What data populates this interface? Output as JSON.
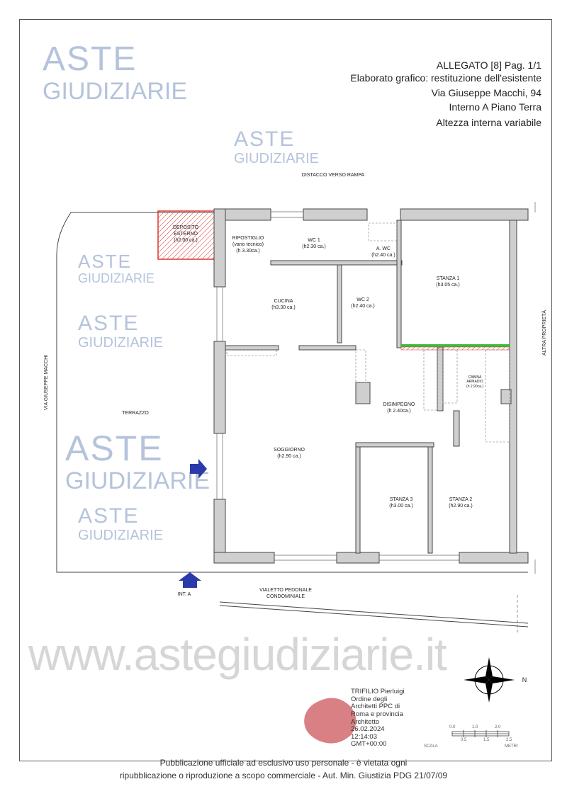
{
  "header": {
    "line1": "ALLEGATO [8] Pag. 1/1",
    "line2": "Elaborato grafico: restituzione dell'esistente",
    "line3": "Via Giuseppe Macchi, 94",
    "line4": "Interno A Piano Terra",
    "line5": "Altezza interna variabile"
  },
  "watermark": {
    "line1": "ASTE",
    "line2": "GIUDIZIARIE",
    "site": "www.astegiudiziarie.it"
  },
  "plan": {
    "top_label": "DISTACCO  VERSO RAMPA",
    "left_street": "VIA GIUSEPPE MACCHI",
    "right_label": "ALTRA PROPRIETÀ",
    "bottom_label_1": "VIALETTO PEDONALE",
    "bottom_label_2": "CONDOMINIALE",
    "entrance": "INT. A",
    "rooms": [
      {
        "name": "DEPOSITO",
        "sub": "ESTERNO",
        "height": "(h2.00 ca.)"
      },
      {
        "name": "RIPOSTIGLIO",
        "sub": "(vano tecnico)",
        "height": "(h 3.30ca.)"
      },
      {
        "name": "WC 1",
        "height": "(h2.30 ca.)"
      },
      {
        "name": "A. WC",
        "height": "(h2.40 ca.)"
      },
      {
        "name": "STANZA 1",
        "height": "(h3.05 ca.)"
      },
      {
        "name": "CUCINA",
        "height": "(h3.30 ca.)"
      },
      {
        "name": "WC 2",
        "height": "(h2.40 ca.)"
      },
      {
        "name": "CABINA",
        "sub": "ARMADIO",
        "height": "(h 2.90ca.)"
      },
      {
        "name": "DISIMPEGNO",
        "height": "(h 2.40ca.)"
      },
      {
        "name": "TERRAZZO"
      },
      {
        "name": "SOGGIORNO",
        "height": "(h2.90 ca.)"
      },
      {
        "name": "STANZA 3",
        "height": "(h3.00 ca.)"
      },
      {
        "name": "STANZA 2",
        "height": "(h2.90 ca.)"
      }
    ]
  },
  "signature": [
    "TRIFILIO Pierluigi",
    "Ordine degli",
    "Architetti PPC di",
    "Roma e provincia",
    "Architetto",
    "26.02.2024",
    "12:14:03",
    "GMT+00:00"
  ],
  "scale": {
    "top_ticks": [
      "0.0",
      "1.0",
      "2.0"
    ],
    "bottom_ticks": [
      "0.5",
      "1.5",
      "2.5"
    ],
    "left": "SCALA",
    "right": "METRI",
    "north": "N"
  },
  "footer": {
    "line1": "Pubblicazione ufficiale ad esclusivo uso personale - è vietata ogni",
    "line2": "ripubblicazione o riproduzione a scopo commerciale - Aut. Min. Giustizia PDG 21/07/09"
  },
  "colors": {
    "wall": "#cfcfcf",
    "hatch": "#e03030",
    "green": "#3bbf3b",
    "watermark": "#b5c3db"
  }
}
